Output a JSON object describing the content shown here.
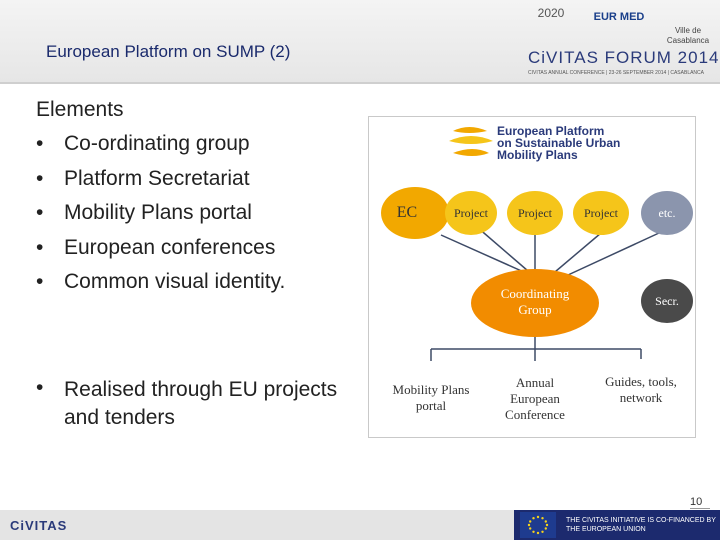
{
  "header": {
    "title": "European Platform on SUMP (2)",
    "logo_2020": "2020",
    "logo_euromed": "EUR MED",
    "logo_ville": "Ville de Casablanca",
    "forum_title": "CiVITAS FORUM 2014",
    "forum_subtitle": "CIVITAS ANNUAL CONFERENCE | 23-26 SEPTEMBER 2014 | CASABLANCA"
  },
  "content": {
    "elements_title": "Elements",
    "bullets": [
      "Co-ordinating group",
      "Platform Secretariat",
      "Mobility Plans portal",
      "European conferences",
      "Common visual identity."
    ],
    "bullet2": "Realised through EU projects and tenders"
  },
  "diagram": {
    "logo_lines": [
      "European Platform",
      "on Sustainable Urban",
      "Mobility Plans"
    ],
    "ec": "EC",
    "projects": [
      "Project",
      "Project",
      "Project"
    ],
    "etc": "etc.",
    "coordinating": "Coordinating Group",
    "secr": "Secr.",
    "outputs": [
      "Mobility Plans portal",
      "Annual European Conference",
      "Guides, tools, network"
    ],
    "colors": {
      "ec": "#f2a800",
      "project": "#f5c51a",
      "etc": "#8b95ad",
      "coordinating": "#f28c00",
      "secr": "#4a4a4a",
      "line": "#3d4a66"
    }
  },
  "footer": {
    "civitas": "CiVITAS",
    "cofinanced": "THE CIVITAS INITIATIVE IS CO-FINANCED BY THE EUROPEAN UNION",
    "page": "10"
  }
}
